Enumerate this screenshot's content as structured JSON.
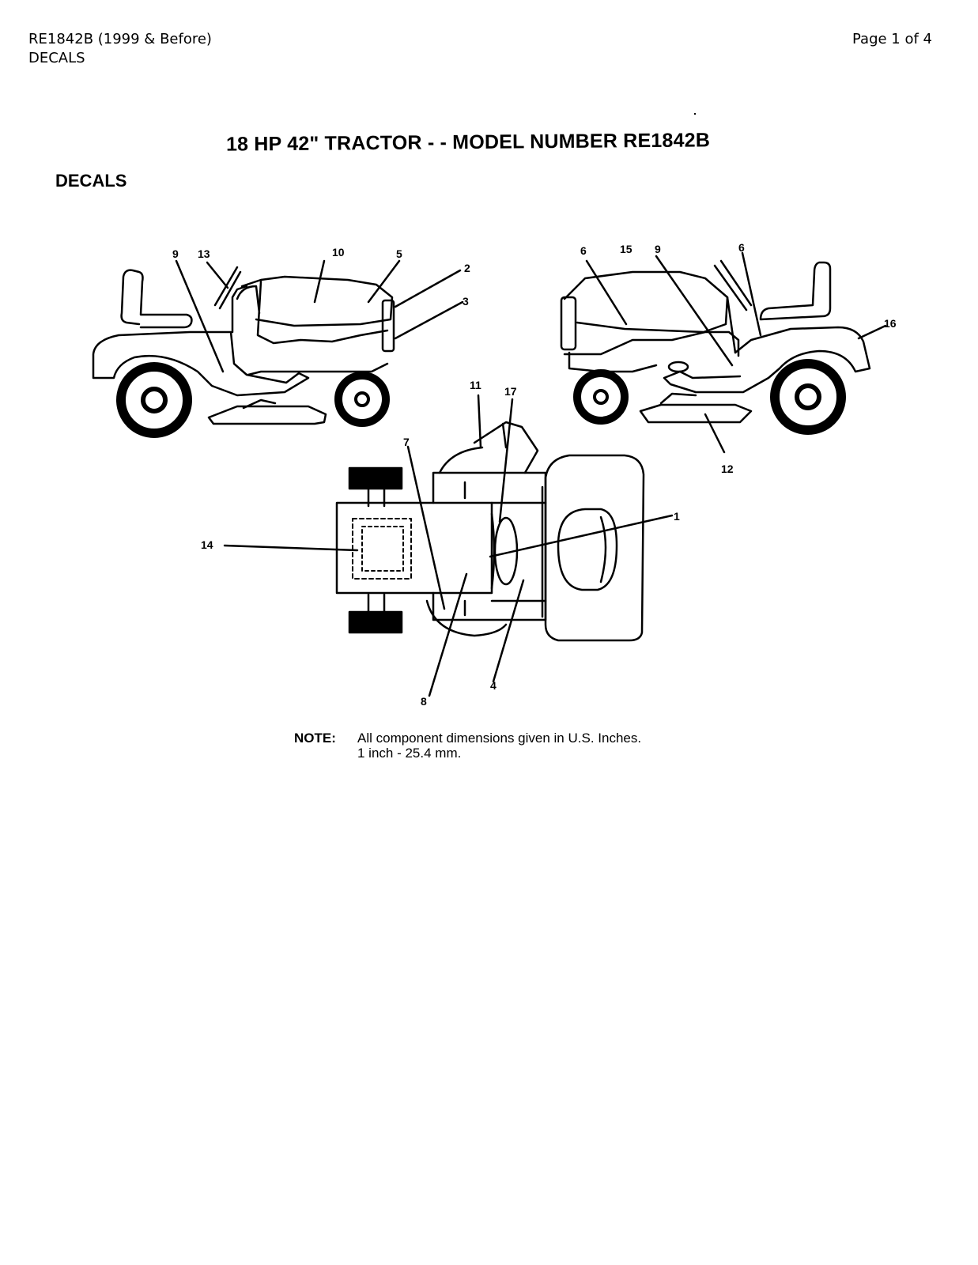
{
  "header": {
    "doc_id": "RE1842B (1999 & Before)",
    "section": "DECALS",
    "page": "Page 1 of 4"
  },
  "title": "18 HP 42\" TRACTOR - - MODEL NUMBER RE1842B",
  "section_label": "DECALS",
  "callouts": {
    "left_view": [
      "9",
      "13",
      "10",
      "5",
      "2",
      "3"
    ],
    "right_view": [
      "6",
      "15",
      "9",
      "6",
      "16",
      "12"
    ],
    "top_view": [
      "11",
      "17",
      "7",
      "1",
      "14",
      "8",
      "4"
    ]
  },
  "note": {
    "label": "NOTE:",
    "line1": "All component dimensions given in U.S. Inches.",
    "line2": "1 inch - 25.4 mm."
  }
}
